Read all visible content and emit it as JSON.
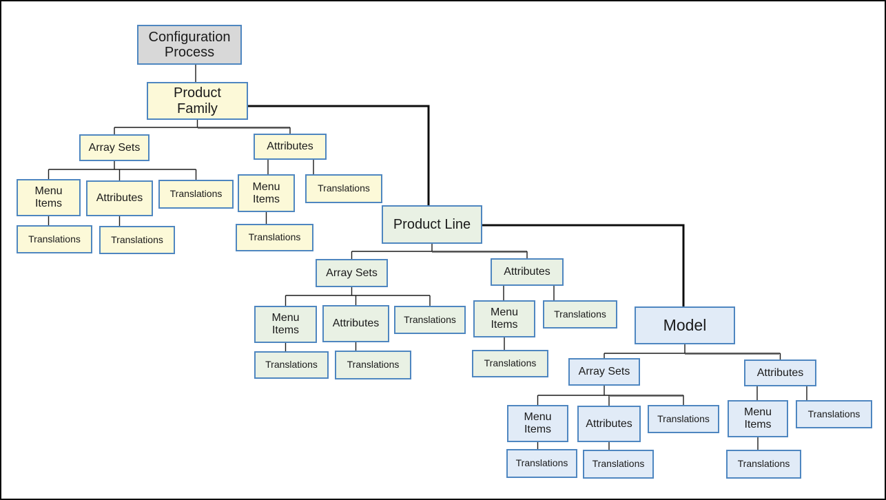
{
  "diagram": {
    "type": "tree",
    "title": "Configuration Process",
    "palette": {
      "root_fill": "#d8d8d8",
      "product_family_fill": "#fcf9d8",
      "product_line_fill": "#e9f1e4",
      "model_fill": "#e1ebf7",
      "box_border": "#4e86c0",
      "connector": "#1a1a1a",
      "thick_connector": "#0d0d0d"
    },
    "nodes": [
      {
        "id": "config",
        "label": "Configuration Process",
        "parent": null,
        "group": "root"
      },
      {
        "id": "family",
        "label": "Product Family",
        "parent": "config",
        "group": "product_family"
      },
      {
        "id": "family_array_sets",
        "label": "Array Sets",
        "parent": "family",
        "group": "product_family"
      },
      {
        "id": "family_as_menu_items",
        "label": "Menu Items",
        "parent": "family_array_sets",
        "group": "product_family"
      },
      {
        "id": "family_as_mi_translations",
        "label": "Translations",
        "parent": "family_as_menu_items",
        "group": "product_family"
      },
      {
        "id": "family_as_attributes",
        "label": "Attributes",
        "parent": "family_array_sets",
        "group": "product_family"
      },
      {
        "id": "family_as_attr_translations",
        "label": "Translations",
        "parent": "family_as_attributes",
        "group": "product_family"
      },
      {
        "id": "family_as_translations",
        "label": "Translations",
        "parent": "family_array_sets",
        "group": "product_family"
      },
      {
        "id": "family_attributes",
        "label": "Attributes",
        "parent": "family",
        "group": "product_family"
      },
      {
        "id": "family_attr_menu_items",
        "label": "Menu Items",
        "parent": "family_attributes",
        "group": "product_family"
      },
      {
        "id": "family_attr_mi_translations",
        "label": "Translations",
        "parent": "family_attr_menu_items",
        "group": "product_family"
      },
      {
        "id": "family_attr_translations",
        "label": "Translations",
        "parent": "family_attributes",
        "group": "product_family"
      },
      {
        "id": "line",
        "label": "Product Line",
        "parent": "family",
        "group": "product_line"
      },
      {
        "id": "line_array_sets",
        "label": "Array Sets",
        "parent": "line",
        "group": "product_line"
      },
      {
        "id": "line_as_menu_items",
        "label": "Menu Items",
        "parent": "line_array_sets",
        "group": "product_line"
      },
      {
        "id": "line_as_mi_translations",
        "label": "Translations",
        "parent": "line_as_menu_items",
        "group": "product_line"
      },
      {
        "id": "line_as_attributes",
        "label": "Attributes",
        "parent": "line_array_sets",
        "group": "product_line"
      },
      {
        "id": "line_as_attr_translations",
        "label": "Translations",
        "parent": "line_as_attributes",
        "group": "product_line"
      },
      {
        "id": "line_as_translations",
        "label": "Translations",
        "parent": "line_array_sets",
        "group": "product_line"
      },
      {
        "id": "line_attributes",
        "label": "Attributes",
        "parent": "line",
        "group": "product_line"
      },
      {
        "id": "line_attr_menu_items",
        "label": "Menu Items",
        "parent": "line_attributes",
        "group": "product_line"
      },
      {
        "id": "line_attr_mi_translations",
        "label": "Translations",
        "parent": "line_attr_menu_items",
        "group": "product_line"
      },
      {
        "id": "line_attr_translations",
        "label": "Translations",
        "parent": "line_attributes",
        "group": "product_line"
      },
      {
        "id": "model",
        "label": "Model",
        "parent": "line",
        "group": "model"
      },
      {
        "id": "model_array_sets",
        "label": "Array Sets",
        "parent": "model",
        "group": "model"
      },
      {
        "id": "model_as_menu_items",
        "label": "Menu Items",
        "parent": "model_array_sets",
        "group": "model"
      },
      {
        "id": "model_as_mi_translations",
        "label": "Translations",
        "parent": "model_as_menu_items",
        "group": "model"
      },
      {
        "id": "model_as_attributes",
        "label": "Attributes",
        "parent": "model_array_sets",
        "group": "model"
      },
      {
        "id": "model_as_attr_translations",
        "label": "Translations",
        "parent": "model_as_attributes",
        "group": "model"
      },
      {
        "id": "model_as_translations",
        "label": "Translations",
        "parent": "model_array_sets",
        "group": "model"
      },
      {
        "id": "model_attributes",
        "label": "Attributes",
        "parent": "model",
        "group": "model"
      },
      {
        "id": "model_attr_menu_items",
        "label": "Menu Items",
        "parent": "model_attr_menu_items_parent_fix",
        "group": "model"
      },
      {
        "id": "model_attr_mi_translations",
        "label": "Translations",
        "parent": "model_attr_menu_items",
        "group": "model"
      },
      {
        "id": "model_attr_translations",
        "label": "Translations",
        "parent": "model_attributes",
        "group": "model"
      }
    ]
  }
}
